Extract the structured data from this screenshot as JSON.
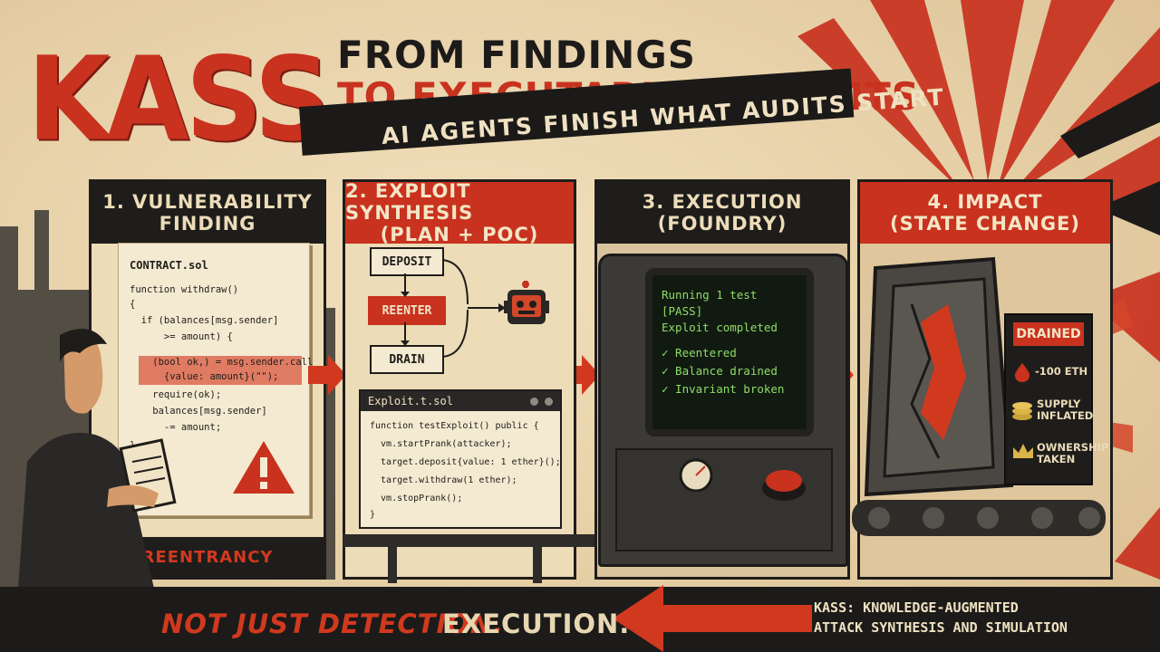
{
  "title": {
    "brand": "KASS",
    "line1": "FROM FINDINGS",
    "line2": "TO EXECUTABLE EXPLOITS",
    "tagline": "AI AGENTS FINISH WHAT AUDITS START"
  },
  "panels": [
    {
      "heading_line1": "1. VULNERABILITY",
      "heading_line2": "FINDING",
      "code_file": "CONTRACT.sol",
      "code_lines": [
        "function withdraw()",
        "{",
        "  if (balances[msg.sender]",
        "      >= amount) {",
        "    (bool ok,) = msg.sender.call",
        "      {value: amount}(\"\");",
        "    require(ok);",
        "    balances[msg.sender]",
        "      -= amount;",
        "}"
      ],
      "footer": "REENTRANCY"
    },
    {
      "heading_line1": "2. EXPLOIT SYNTHESIS",
      "heading_line2": "(PLAN + POC)",
      "flow": [
        "DEPOSIT",
        "REENTER",
        "DRAIN"
      ],
      "editor_file": "Exploit.t.sol",
      "editor_lines": [
        "function testExploit() public {",
        "  vm.startPrank(attacker);",
        "  target.deposit{value: 1 ether}();",
        "  target.withdraw(1 ether);",
        "  vm.stopPrank();",
        "}"
      ]
    },
    {
      "heading_line1": "3. EXECUTION",
      "heading_line2": "(FOUNDRY)",
      "terminal_lines": [
        "Running 1 test",
        "[PASS]",
        "Exploit completed",
        "",
        "✓ Reentered",
        "✓ Balance drained",
        "✓ Invariant broken"
      ]
    },
    {
      "heading_line1": "4. IMPACT",
      "heading_line2": "(STATE CHANGE)",
      "badge": "DRAINED",
      "items": [
        {
          "icon": "blood-drop-icon",
          "text": "-100 ETH"
        },
        {
          "icon": "coin-stack-icon",
          "text": "SUPPLY\nINFLATED"
        },
        {
          "icon": "crown-icon",
          "text": "OWNERSHIP\nTAKEN"
        }
      ]
    }
  ],
  "bottom": {
    "slogan_red": "NOT JUST DETECTION.",
    "slogan_white": "EXECUTION.",
    "expansion_line1": "KASS: KNOWLEDGE-AUGMENTED",
    "expansion_line2": "ATTACK SYNTHESIS AND SIMULATION"
  },
  "colors": {
    "accent_red": "#c8321f",
    "ink": "#1f1d1a",
    "paper": "#ecdcb8",
    "terminal_green": "#8fdc6a"
  }
}
